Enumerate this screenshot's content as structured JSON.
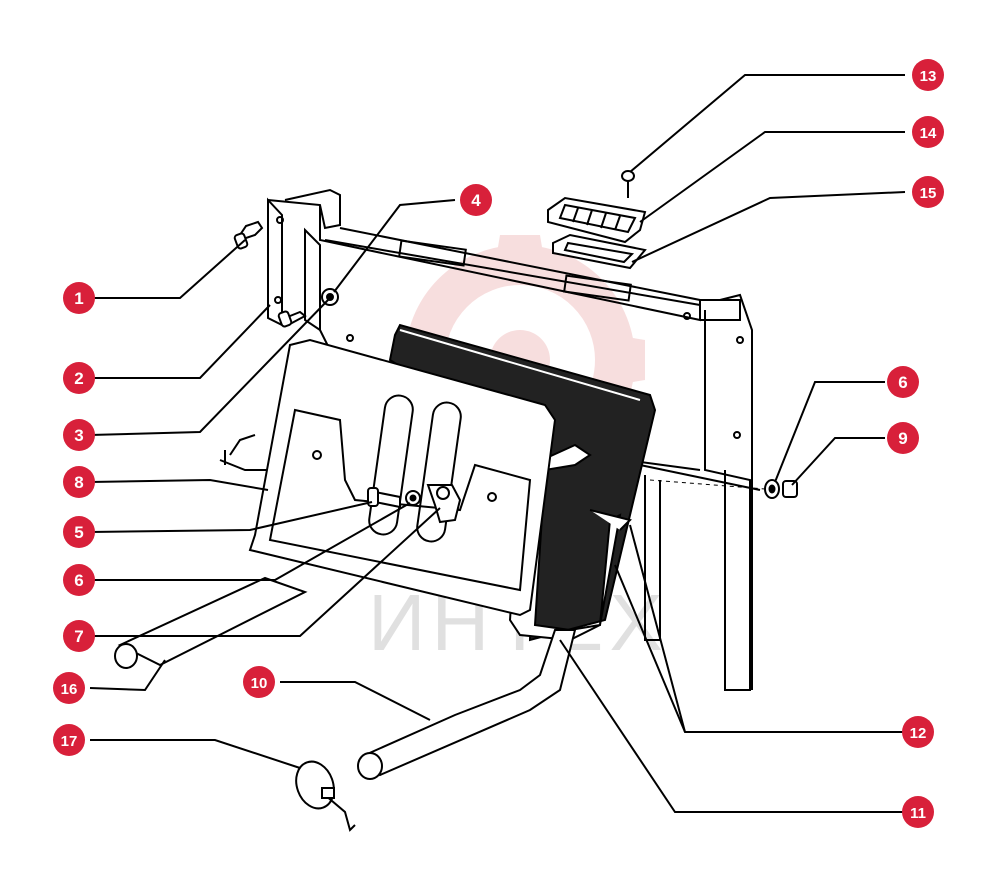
{
  "diagram": {
    "watermark_text": "ИНТЕХ",
    "watermark_color": "#e0e0e0",
    "logo_color": "#f2c4c4",
    "callout_color": "#d8203a",
    "callout_text_color": "#ffffff",
    "line_color": "#000000",
    "callouts": [
      {
        "id": "c13",
        "label": "13"
      },
      {
        "id": "c14",
        "label": "14"
      },
      {
        "id": "c15",
        "label": "15"
      },
      {
        "id": "c4",
        "label": "4"
      },
      {
        "id": "c1",
        "label": "1"
      },
      {
        "id": "c2",
        "label": "2"
      },
      {
        "id": "c3",
        "label": "3"
      },
      {
        "id": "c8",
        "label": "8"
      },
      {
        "id": "c5",
        "label": "5"
      },
      {
        "id": "c6a",
        "label": "6"
      },
      {
        "id": "c7",
        "label": "7"
      },
      {
        "id": "c16",
        "label": "16"
      },
      {
        "id": "c17",
        "label": "17"
      },
      {
        "id": "c10",
        "label": "10"
      },
      {
        "id": "c6b",
        "label": "6"
      },
      {
        "id": "c9",
        "label": "9"
      },
      {
        "id": "c12",
        "label": "12"
      },
      {
        "id": "c11",
        "label": "11"
      }
    ]
  }
}
